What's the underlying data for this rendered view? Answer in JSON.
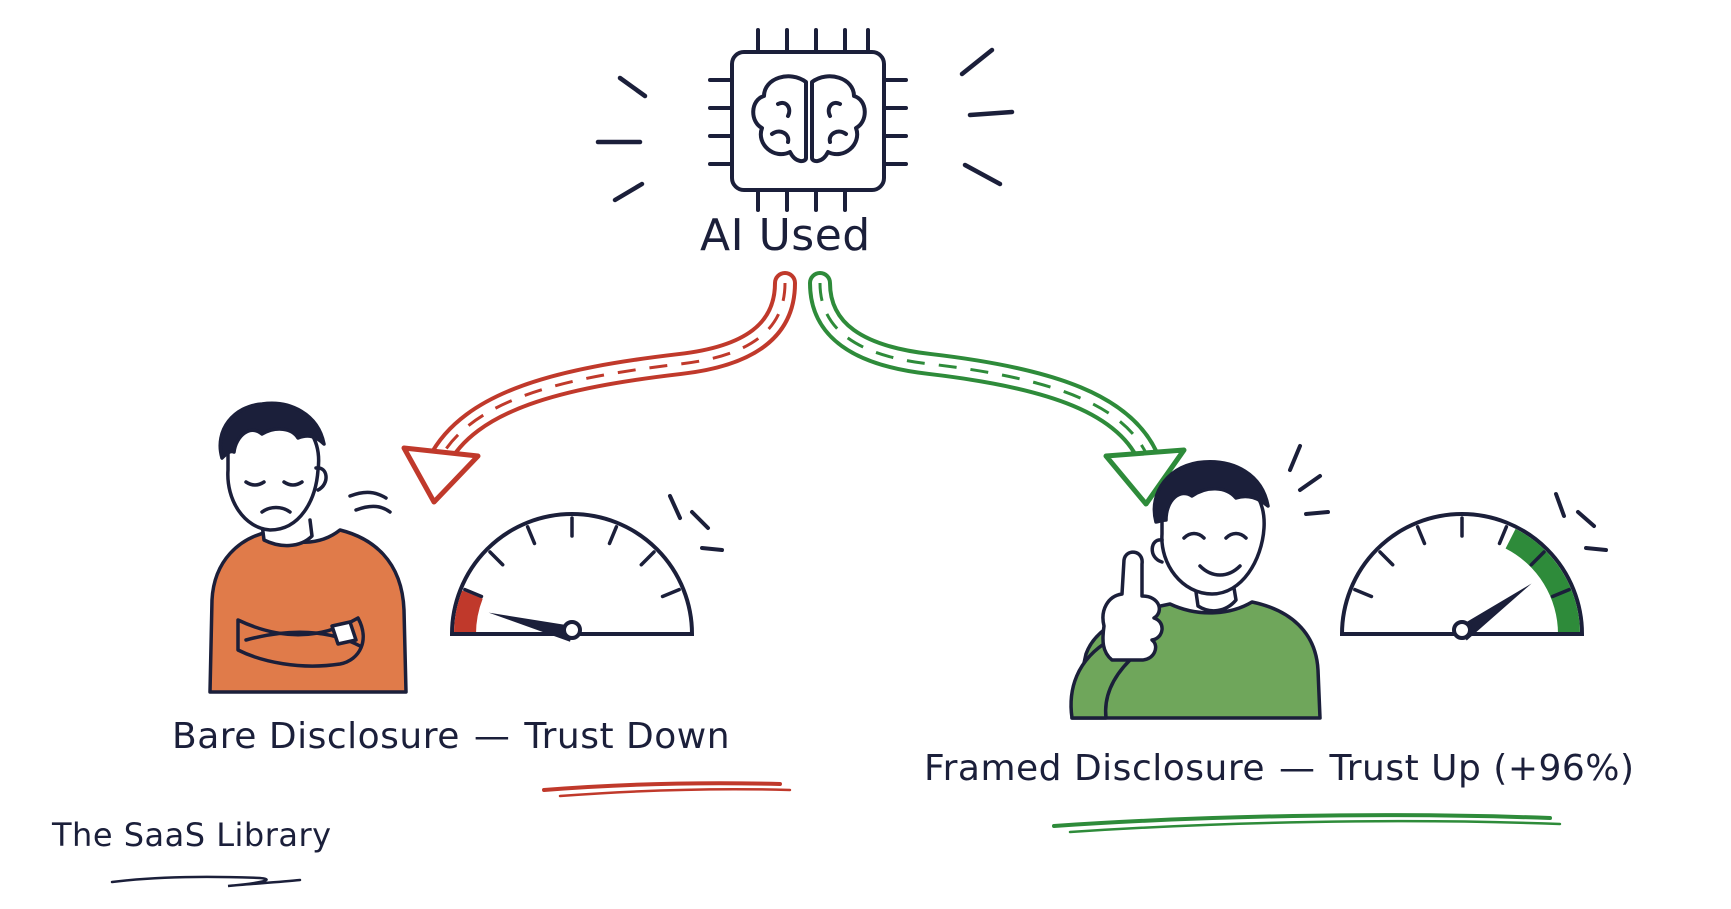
{
  "center": {
    "label": "AI Used",
    "icon": "ai-chip-brain-icon"
  },
  "left_outcome": {
    "label_head": "Bare Disclosure",
    "separator": "—",
    "label_tail": "Trust Down",
    "accent_color": "#c0392b",
    "shirt_color": "#e07b4a",
    "gauge_level": 0.08,
    "person_icon": "frowning-person-arms-crossed-icon",
    "gauge_icon": "speedometer-icon"
  },
  "right_outcome": {
    "label_head": "Framed Disclosure",
    "separator": "—",
    "label_tail": "Trust Up (+96%)",
    "accent_color": "#2e8b3a",
    "shirt_color": "#6fa65b",
    "gauge_level": 0.8,
    "person_icon": "smiling-person-thumbs-up-icon",
    "gauge_icon": "speedometer-icon"
  },
  "brand": {
    "label": "The SaaS Library"
  },
  "colors": {
    "ink": "#1b1f3a",
    "background": "#ffffff"
  }
}
